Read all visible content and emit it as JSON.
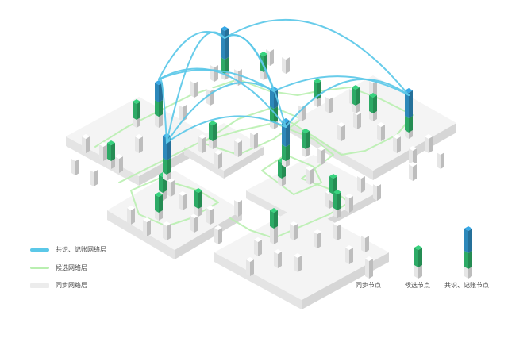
{
  "legend": {
    "consensus_layer": "共识、记账网络层",
    "candidate_layer": "候选网络层",
    "sync_layer": "同步网络层"
  },
  "node_types": {
    "sync": "同步节点",
    "candidate": "候选节点",
    "consensus": "共识、记账节点"
  },
  "colors": {
    "consensus_link": "#5bc8e8",
    "candidate_link": "#b9efb0",
    "sync_layer": "#ececec",
    "candidate_node": "#2fb36b",
    "consensus_node": "#2f8fc4",
    "platform_top": "#f4f4f4",
    "platform_left": "#e4e4e4",
    "platform_right": "#d6d6d6"
  }
}
